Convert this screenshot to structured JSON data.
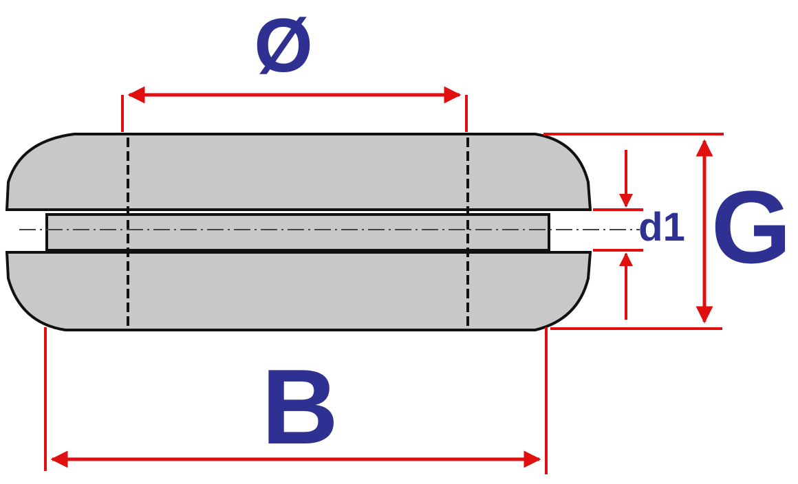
{
  "labels": {
    "diameter": "Ø",
    "groove": "d1",
    "height": "G",
    "width": "B"
  },
  "colors": {
    "body_fill": "#c8c8c8",
    "outline": "#111111",
    "dimension": "#e01010",
    "label": "#2e3192",
    "background": "#ffffff",
    "centerline": "#444444"
  }
}
